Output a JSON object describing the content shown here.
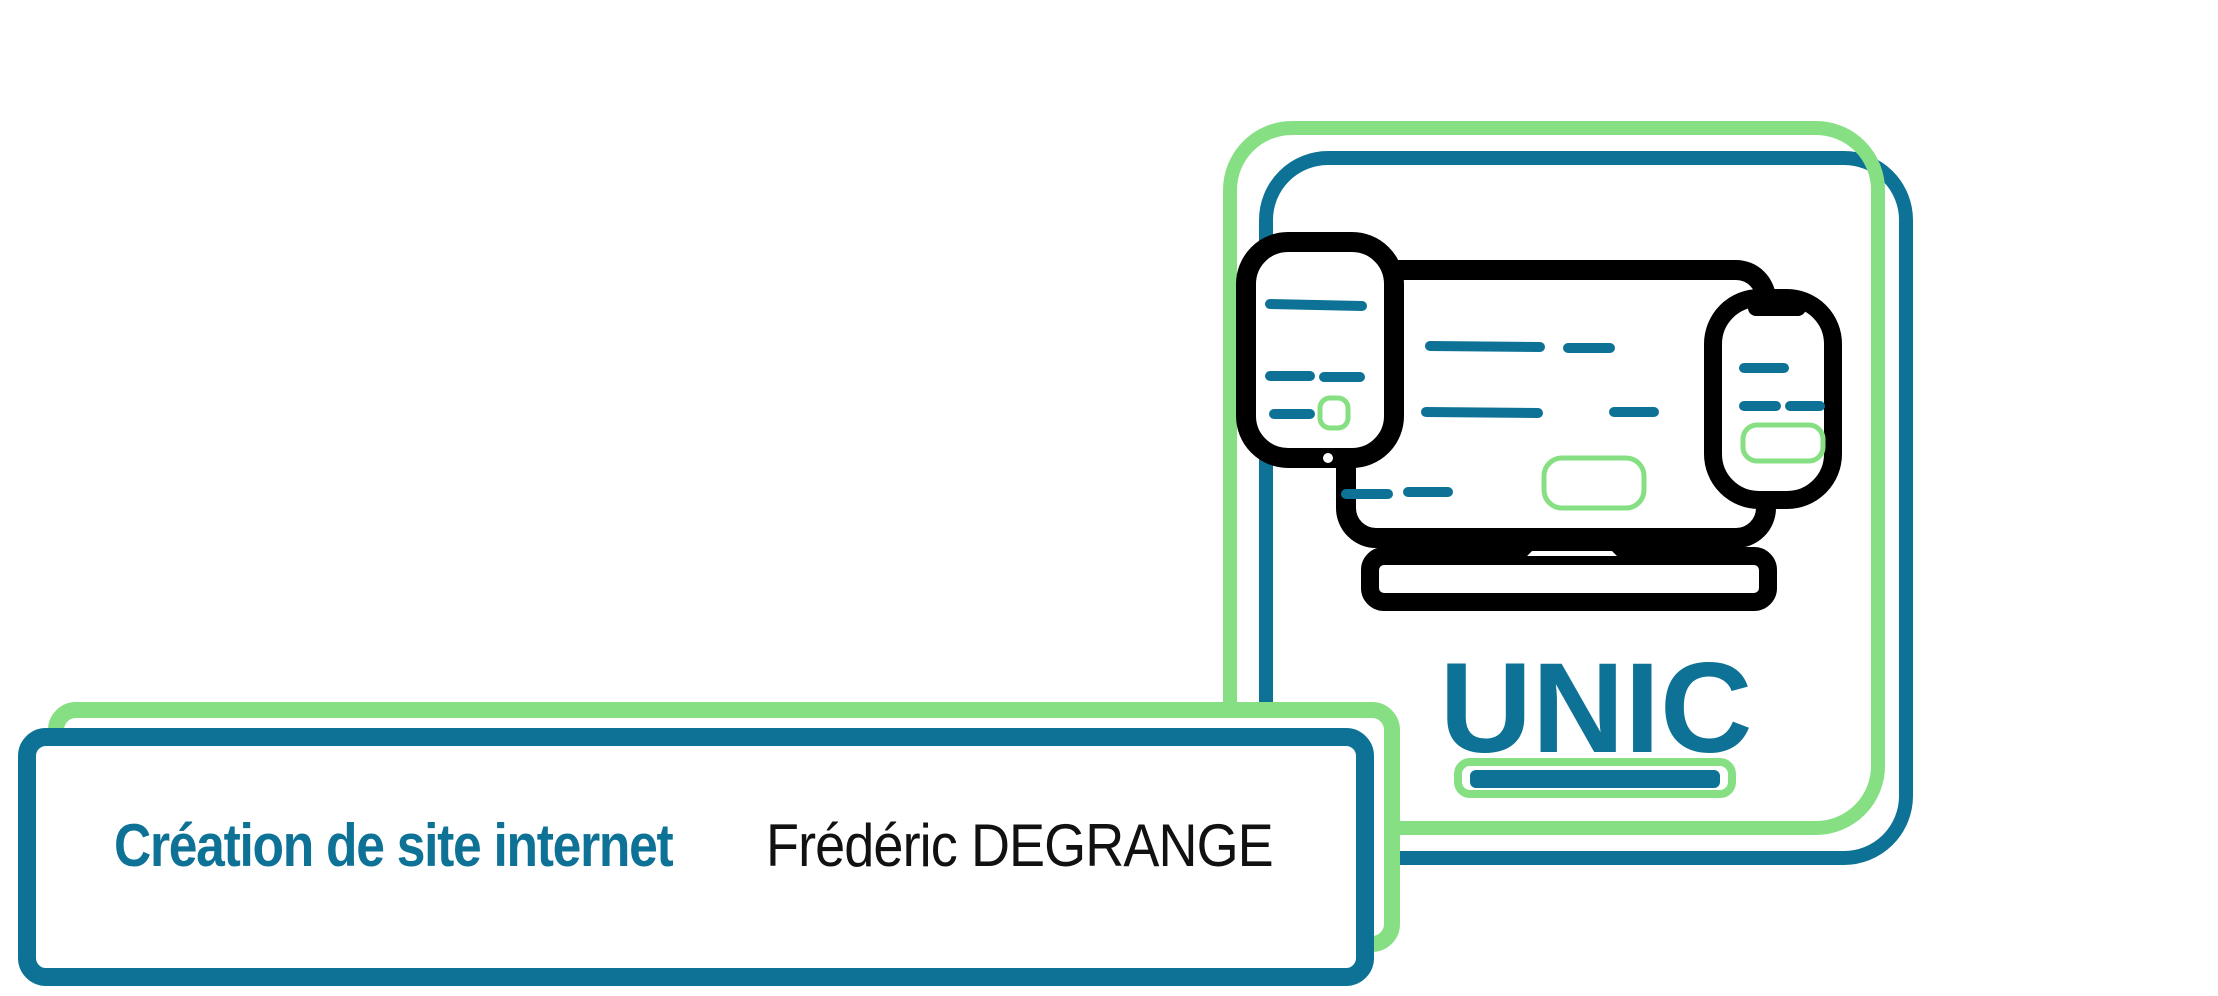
{
  "logo": {
    "text": "UNIC",
    "icon": "devices-monitor-phone-tablet-icon"
  },
  "card": {
    "service_label": "Création de site internet",
    "author_name": "Frédéric DEGRANGE"
  },
  "colors": {
    "primary_blue": "#0E7296",
    "accent_green": "#86E083",
    "outline_black": "#000000",
    "background": "#FFFFFF"
  }
}
